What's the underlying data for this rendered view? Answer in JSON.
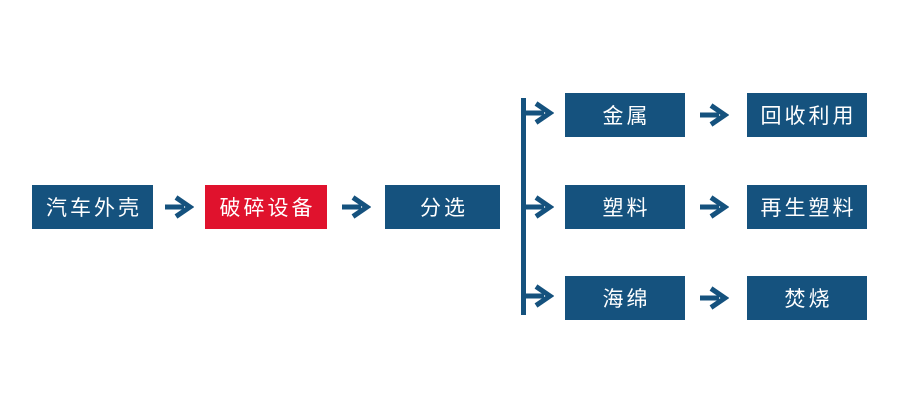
{
  "colors": {
    "page_bg": "#FFFFFF",
    "node_blue": "#15527E",
    "node_red": "#E0122D",
    "arrow_blue": "#15527E",
    "label_text": "#FFFFFF"
  },
  "icons": {
    "flow_arrow": "arrow-right-icon",
    "connector": "branch-connector-line"
  },
  "flow": {
    "main": [
      {
        "label": "汽车外壳",
        "highlight": false
      },
      {
        "label": "破碎设备",
        "highlight": true
      },
      {
        "label": "分选",
        "highlight": false
      }
    ],
    "branches": [
      {
        "category": "金属",
        "outcome": "回收利用"
      },
      {
        "category": "塑料",
        "outcome": "再生塑料"
      },
      {
        "category": "海绵",
        "outcome": "焚烧"
      }
    ]
  }
}
